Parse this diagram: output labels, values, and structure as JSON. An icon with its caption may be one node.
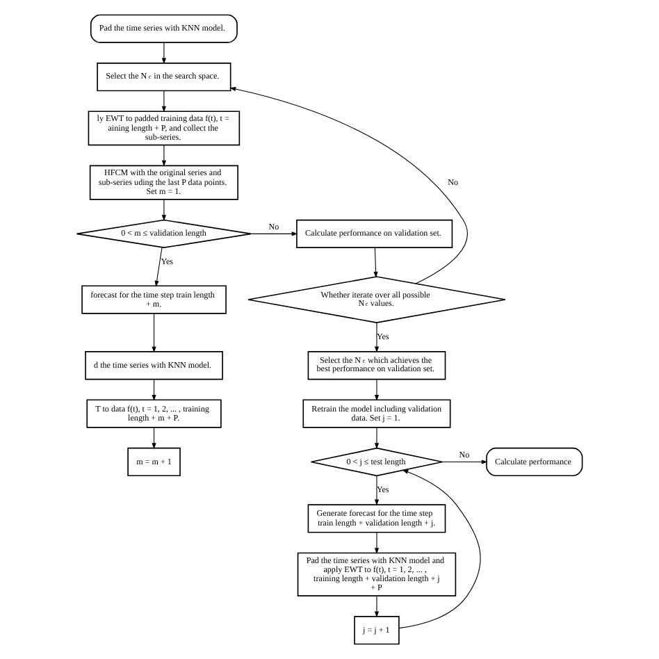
{
  "diagram": {
    "nodes": [
      {
        "text": [
          "Pad the time series with KNN model."
        ]
      },
      {
        "text": [
          "Select the N$_{c}$ in the search space."
        ]
      },
      {
        "text": [
          "ly EWT to padded training data f(t), t = aining length + P, and collect the sub-series."
        ]
      },
      {
        "text": [
          "HFCM with the original series and sub-series uding the last P data points. Set m = 1."
        ]
      },
      {
        "text": [
          "0 < m ≤ validation length"
        ]
      },
      {
        "text": [
          "forecast for the time step train length + m."
        ]
      },
      {
        "text": [
          "d the time series with KNN model."
        ]
      },
      {
        "text": [
          "T to data f(t), t = 1, 2, ... , training length + m + P."
        ]
      },
      {
        "text": [
          "m = m + 1"
        ]
      },
      {
        "text": [
          "Calculate performance on validation set."
        ]
      },
      {
        "text": [
          "Whether iterate over all possible N$_{c}$ values."
        ]
      },
      {
        "text": [
          "Select the N$_{c}$ which achieves the best performance on validation set."
        ]
      },
      {
        "text": [
          "Retrain the model including validation data. Set j = 1."
        ]
      },
      {
        "text": [
          "0 < j ≤ test length"
        ]
      },
      {
        "text": [
          "Calculate performance"
        ]
      },
      {
        "text": [
          "Generate forecast for the time step train length + validation length + j."
        ]
      },
      {
        "text": [
          "Pad the time series with KNN model and apply EWT to f(t), t = 1, 2, ... , training length + validation length + j + P"
        ]
      },
      {
        "text": [
          "j = j + 1"
        ]
      }
    ],
    "edges": [
      {
        "from": 0,
        "to": 1,
        "arrow": "to"
      },
      {
        "from": 1,
        "to": 2,
        "arrow": "to"
      },
      {
        "from": 2,
        "to": 3,
        "arrow": "to"
      },
      {
        "from": 3,
        "to": 4,
        "arrow": "to"
      },
      {
        "from": 4,
        "to": 5,
        "arrow": "to",
        "label": "Yes"
      },
      {
        "from": 4,
        "to": 9,
        "arrow": "to",
        "label": "No"
      },
      {
        "from": 5,
        "to": 6,
        "arrow": "to"
      },
      {
        "from": 6,
        "to": 7,
        "arrow": "to"
      },
      {
        "from": 7,
        "to": 8,
        "arrow": "to"
      },
      {
        "from": 9,
        "to": 10,
        "arrow": "to"
      },
      {
        "from": 10,
        "to": 1,
        "arrow": "to",
        "label": "No"
      },
      {
        "from": 10,
        "to": 11,
        "arrow": "to",
        "label": "Yes"
      },
      {
        "from": 11,
        "to": 12,
        "arrow": "to"
      },
      {
        "from": 12,
        "to": 13,
        "arrow": "to"
      },
      {
        "from": 13,
        "to": 15,
        "arrow": "to",
        "label": "Yes"
      },
      {
        "from": 13,
        "to": 14,
        "arrow": "to",
        "label": "No"
      },
      {
        "from": 15,
        "to": 16,
        "arrow": "to"
      },
      {
        "from": 16,
        "to": 17,
        "arrow": "to"
      },
      {
        "from": 17,
        "to": 13,
        "arrow": "to"
      }
    ]
  }
}
